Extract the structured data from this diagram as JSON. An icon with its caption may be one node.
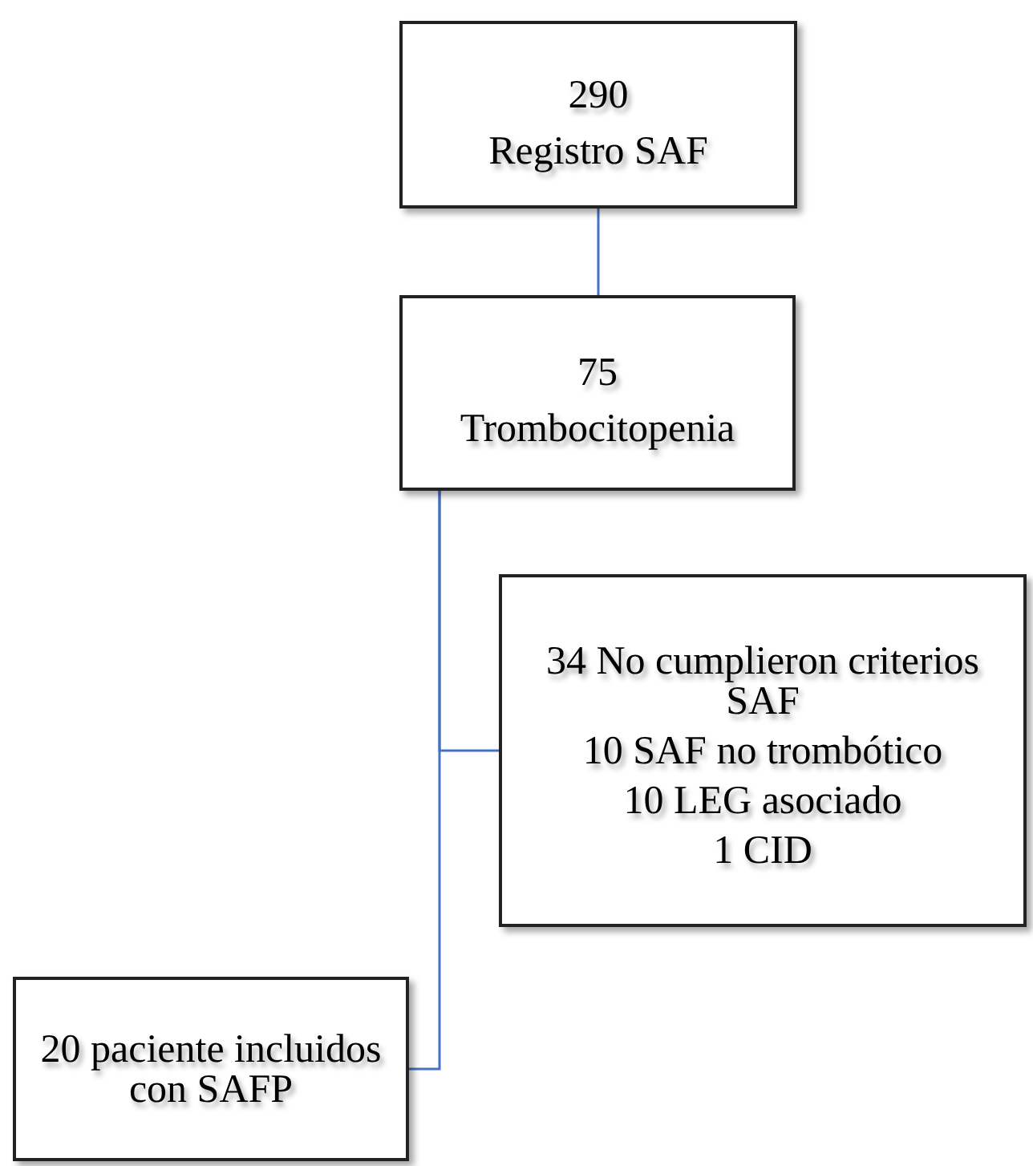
{
  "diagram": {
    "nodes": [
      {
        "text": [
          "290",
          "Registro SAF"
        ]
      },
      {
        "text": [
          "75",
          "Trombocitopenia"
        ]
      },
      {
        "text": [
          "34 No cumplieron criterios SAF",
          "10 SAF no trombótico",
          "10 LEG asociado",
          "1 CID"
        ]
      },
      {
        "text": [
          "20 paciente incluidos con SAFP"
        ]
      }
    ],
    "edges": [
      {
        "from": 0,
        "to": 1,
        "arrow": "none"
      },
      {
        "from": 1,
        "to": 2,
        "arrow": "none"
      },
      {
        "from": 1,
        "to": 3,
        "arrow": "none"
      }
    ]
  }
}
